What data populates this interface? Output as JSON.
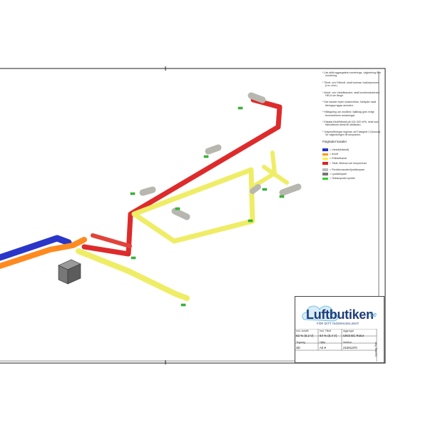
{
  "notes": [
    "Läs alltid aggregatets monterings- vägledning före montering.",
    "Tilluft- och Frånluft- skall isoleras i kallutrymmen. (t.ex vind.)",
    "Avluft- och Uteluftkanaler, skall kondensisoleras i HELA sin längd.",
    "Där kanaler tryter sinsiemellan, fuktspärr skall täningspr.tygas ansluten.",
    "Håltagning och avstånd i bjälklag görs enligt leverantörens anvisningar.",
    "Elstatal tilluft/frånluft på 100-300 m³/h, helst som frånluftfunkt direkt till utblåsden.",
    "Volymstiföringar regleras vid Fastighet 2 (Normal). Se vägledningen till donplanen."
  ],
  "legend": {
    "title": "Färgkoder kanaler",
    "items": [
      {
        "color": "#2233cc",
        "label": "= Uteluft(friskluft)"
      },
      {
        "color": "#ff9900",
        "label": "= Avluft"
      },
      {
        "color": "#ffee44",
        "label": "= Frånluftkanal"
      },
      {
        "color": "#dd2222",
        "label": "= Tilluft, filtrerad och tempererad"
      },
      {
        "gap": true
      },
      {
        "color": "#bbbbbb",
        "label": "= Flexibla kanaler/ljuddämpare"
      },
      {
        "color": "#777777",
        "label": "= Ljuddämpare"
      },
      {
        "color": "#33cc33",
        "label": "= Teleskopsdel spridör"
      }
    ]
  },
  "title_block": {
    "brand": "Luftbutiken",
    "brand_suffix": ".se",
    "tagline": "FÖR DITT INOMHUSKLIMAT",
    "fields": {
      "h1": "Inst. Avluftt",
      "h2": "Inst. Tilluft",
      "h3": "Aggregat",
      "v1": "62 % (6.2 V)",
      "v2": "64 % (6.4 V)",
      "v3": "UNI3 EC Rotor",
      "h4": "Tegning",
      "h5": "Hjälp",
      "h6": "Sektion",
      "v4": "3D",
      "v5": "A3 ▾",
      "v6": "21001370"
    },
    "side": "Uppdrag: Plan"
  },
  "colors": {
    "supply": "#dd2b2b",
    "extract": "#f0ef6a",
    "outdoor": "#2a36c8",
    "exhaust": "#ff8a1f",
    "flex": "#b7b7b0",
    "telescope": "#35c035"
  }
}
